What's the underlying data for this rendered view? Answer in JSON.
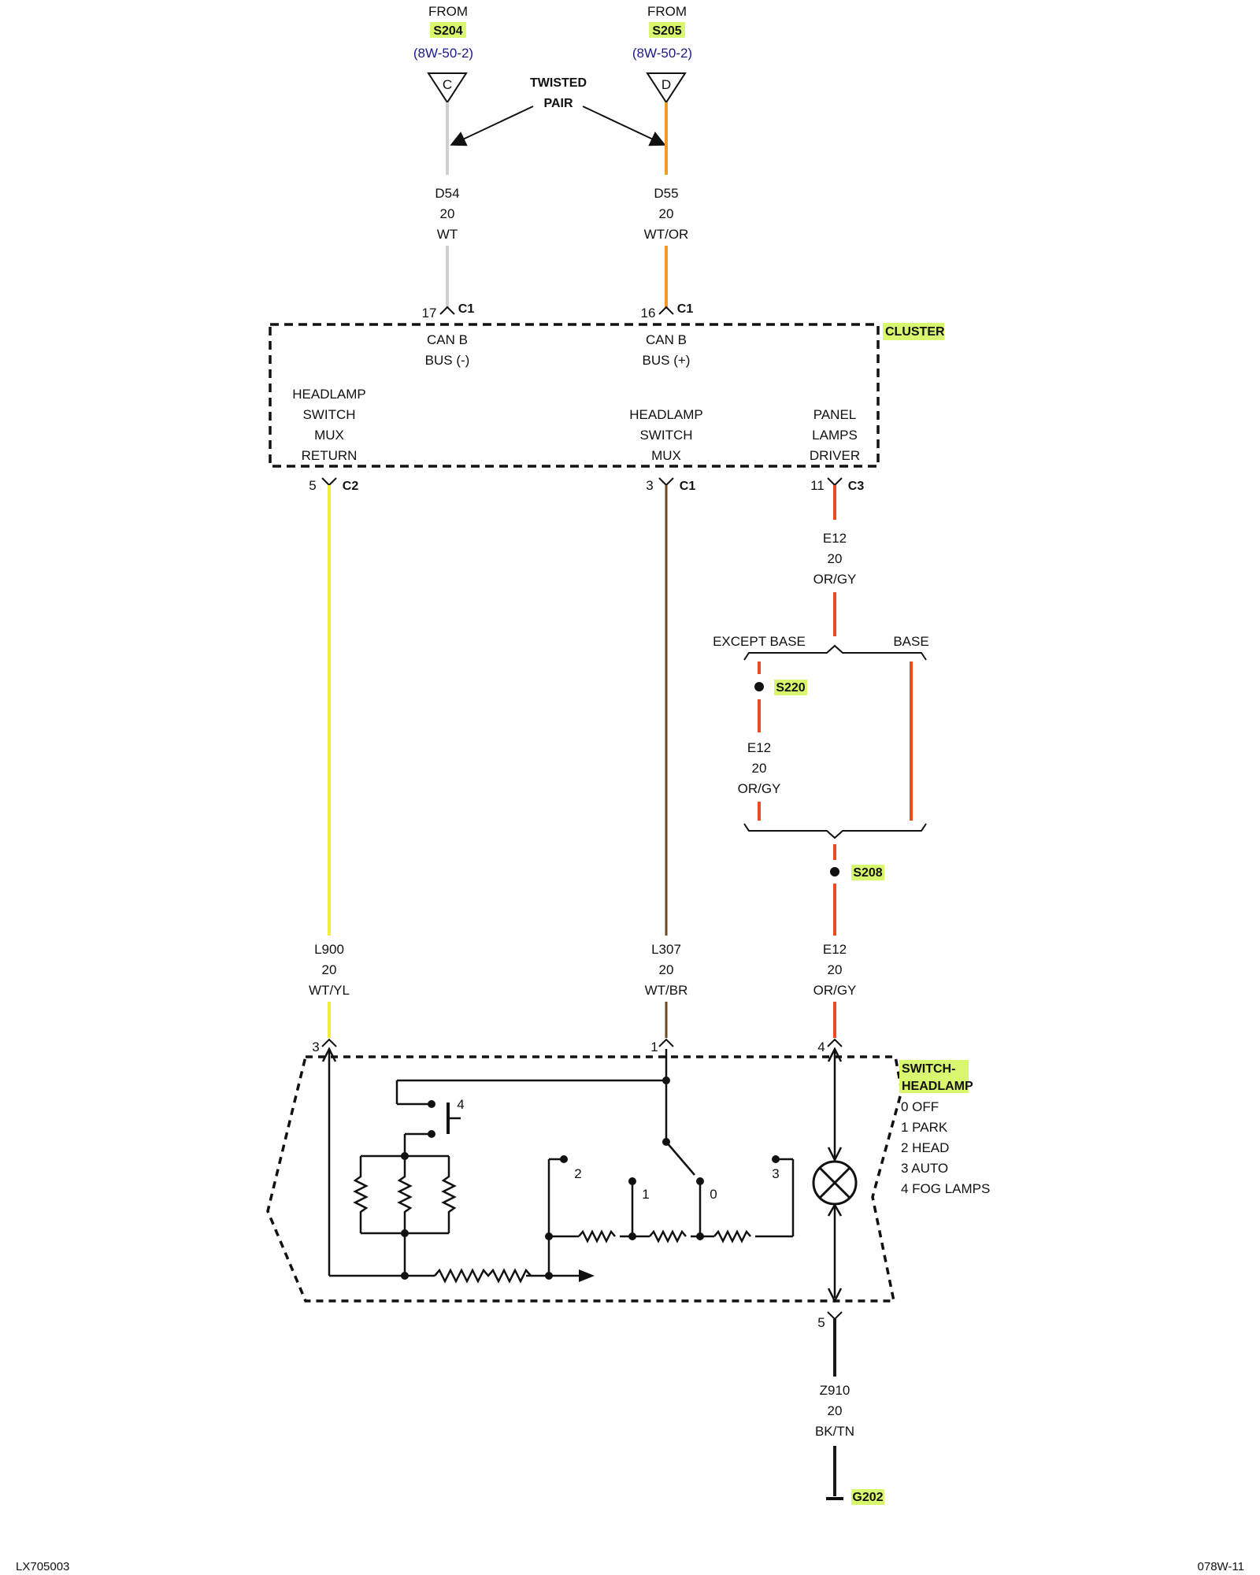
{
  "colors": {
    "hl": "#d9f76e",
    "wire_wt": "#cfcfcf",
    "wire_wt_or": "#f29a2e",
    "wire_wt_yl": "#f3ee3c",
    "wire_wt_br": "#6b4a22",
    "wire_or_gy": "#ee4a22",
    "wire_bk_tn": "#1a1a1a",
    "ref_text": "#1a1a8c"
  },
  "top": {
    "left": {
      "from": "FROM",
      "splice": "S204",
      "ref": "(8W-50-2)",
      "pin": "C"
    },
    "right": {
      "from": "FROM",
      "splice": "S205",
      "ref": "(8W-50-2)",
      "pin": "D"
    },
    "twisted_l1": "TWISTED",
    "twisted_l2": "PAIR"
  },
  "wires": {
    "d54": {
      "id": "D54",
      "gauge": "20",
      "color": "WT"
    },
    "d55": {
      "id": "D55",
      "gauge": "20",
      "color": "WT/OR"
    },
    "e12a": {
      "id": "E12",
      "gauge": "20",
      "color": "OR/GY"
    },
    "e12b": {
      "id": "E12",
      "gauge": "20",
      "color": "OR/GY"
    },
    "l900": {
      "id": "L900",
      "gauge": "20",
      "color": "WT/YL"
    },
    "l307": {
      "id": "L307",
      "gauge": "20",
      "color": "WT/BR"
    },
    "e12c": {
      "id": "E12",
      "gauge": "20",
      "color": "OR/GY"
    },
    "z910": {
      "id": "Z910",
      "gauge": "20",
      "color": "BK/TN"
    }
  },
  "cluster": {
    "name": "CLUSTER",
    "pin17": "17",
    "pin17_conn": "C1",
    "pin16": "16",
    "pin16_conn": "C1",
    "canb_neg_l1": "CAN B",
    "canb_neg_l2": "BUS (-)",
    "canb_pos_l1": "CAN B",
    "canb_pos_l2": "BUS (+)",
    "hsmr": [
      "HEADLAMP",
      "SWITCH",
      "MUX",
      "RETURN"
    ],
    "hsm": [
      "HEADLAMP",
      "SWITCH",
      "MUX"
    ],
    "pld": [
      "PANEL",
      "LAMPS",
      "DRIVER"
    ],
    "pin5": "5",
    "pin5_conn": "C2",
    "pin3": "3",
    "pin3_conn": "C1",
    "pin11": "11",
    "pin11_conn": "C3"
  },
  "branch": {
    "except_base": "EXCEPT BASE",
    "base": "BASE",
    "s220": "S220",
    "s208": "S208"
  },
  "switch": {
    "name_l1": "SWITCH-",
    "name_l2": "HEADLAMP",
    "legend": [
      "0 OFF",
      "1 PARK",
      "2 HEAD",
      "3 AUTO",
      "4 FOG LAMPS"
    ],
    "pin3": "3",
    "pin1": "1",
    "pin4": "4",
    "pin5": "5",
    "contact4": "4",
    "pos2": "2",
    "pos1": "1",
    "pos0": "0",
    "pos3": "3"
  },
  "ground": "G202",
  "footer": {
    "left": "LX705003",
    "right": "078W-11"
  }
}
